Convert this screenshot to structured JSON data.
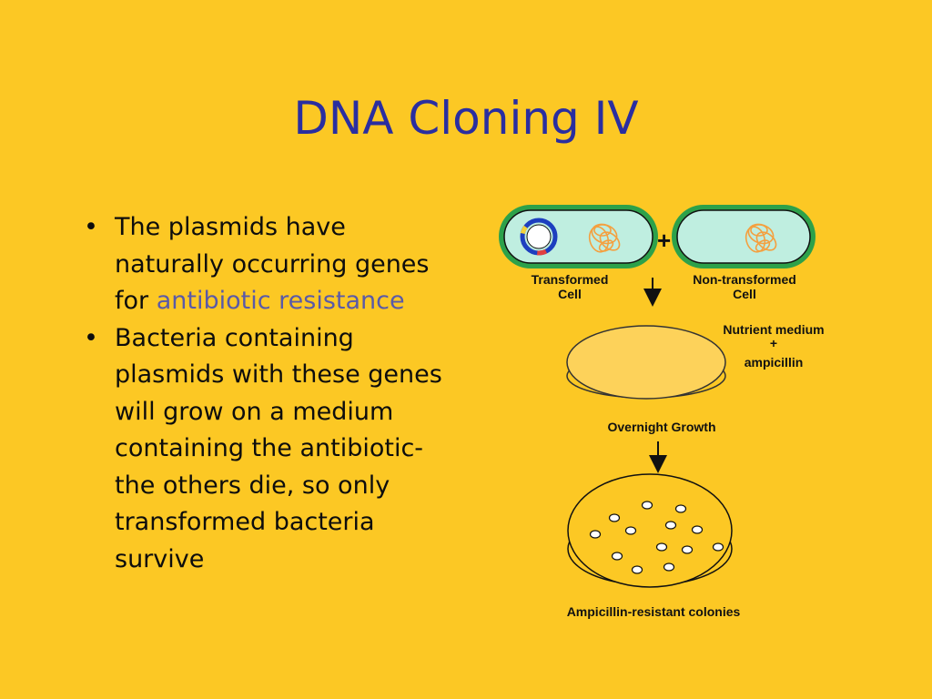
{
  "slide": {
    "title": "DNA Cloning IV",
    "bullets": [
      {
        "parts": [
          "The plasmids have naturally occurring genes for ",
          "antibiotic resistance",
          ""
        ]
      },
      {
        "parts": [
          "Bacteria containing plasmids with these genes will grow on a medium containing the antibiotic- the others die, so only transformed bacteria survive"
        ]
      }
    ],
    "bullet_glyph": "•"
  },
  "diagram": {
    "plus": "+",
    "transformed_line1": "Transformed",
    "transformed_line2": "Cell",
    "nontransformed_line1": "Non-transformed",
    "nontransformed_line2": "Cell",
    "medium_line1": "Nutrient medium",
    "medium_line2": "+",
    "medium_line3": "ampicillin",
    "overnight": "Overnight Growth",
    "colonies": "Ampicillin-resistant colonies"
  },
  "colors": {
    "background": "#fcc824",
    "title": "#2a2ea0",
    "highlight": "#5a5aa8",
    "cell_fill": "#bfeee0",
    "cell_border": "#2da14a",
    "dna": "#f4a040",
    "dish_fill": "#fdd25a"
  }
}
